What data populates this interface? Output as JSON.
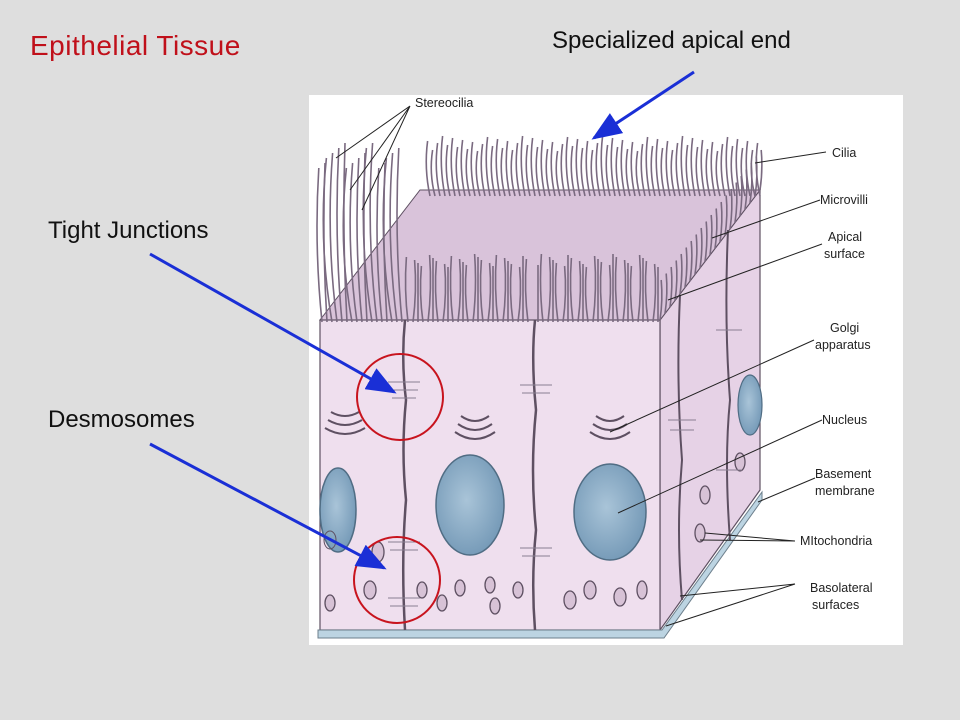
{
  "slide": {
    "title": "Epithelial Tissue",
    "callouts": {
      "apical_end": "Specialized apical end",
      "tight_junctions": "Tight Junctions",
      "desmosomes": "Desmosomes"
    }
  },
  "diagram": {
    "labels": {
      "stereocilia": "Stereocilia",
      "cilia": "Cilia",
      "microvilli": "Microvilli",
      "apical_1": "Apical",
      "apical_2": "surface",
      "golgi_1": "Golgi",
      "golgi_2": "apparatus",
      "nucleus": "Nucleus",
      "basement_1": "Basement",
      "basement_2": "membrane",
      "mitochondria": "MItochondria",
      "basolateral_1": "Basolateral",
      "basolateral_2": "surfaces"
    }
  },
  "colors": {
    "title": "#c0101a",
    "arrow": "#1a2fd6",
    "circle": "#c8141e",
    "cell_fill": "#efdfee",
    "cell_side": "#e6d2e6",
    "nucleus": "#8fb0c9",
    "panel": "#ffffff"
  }
}
